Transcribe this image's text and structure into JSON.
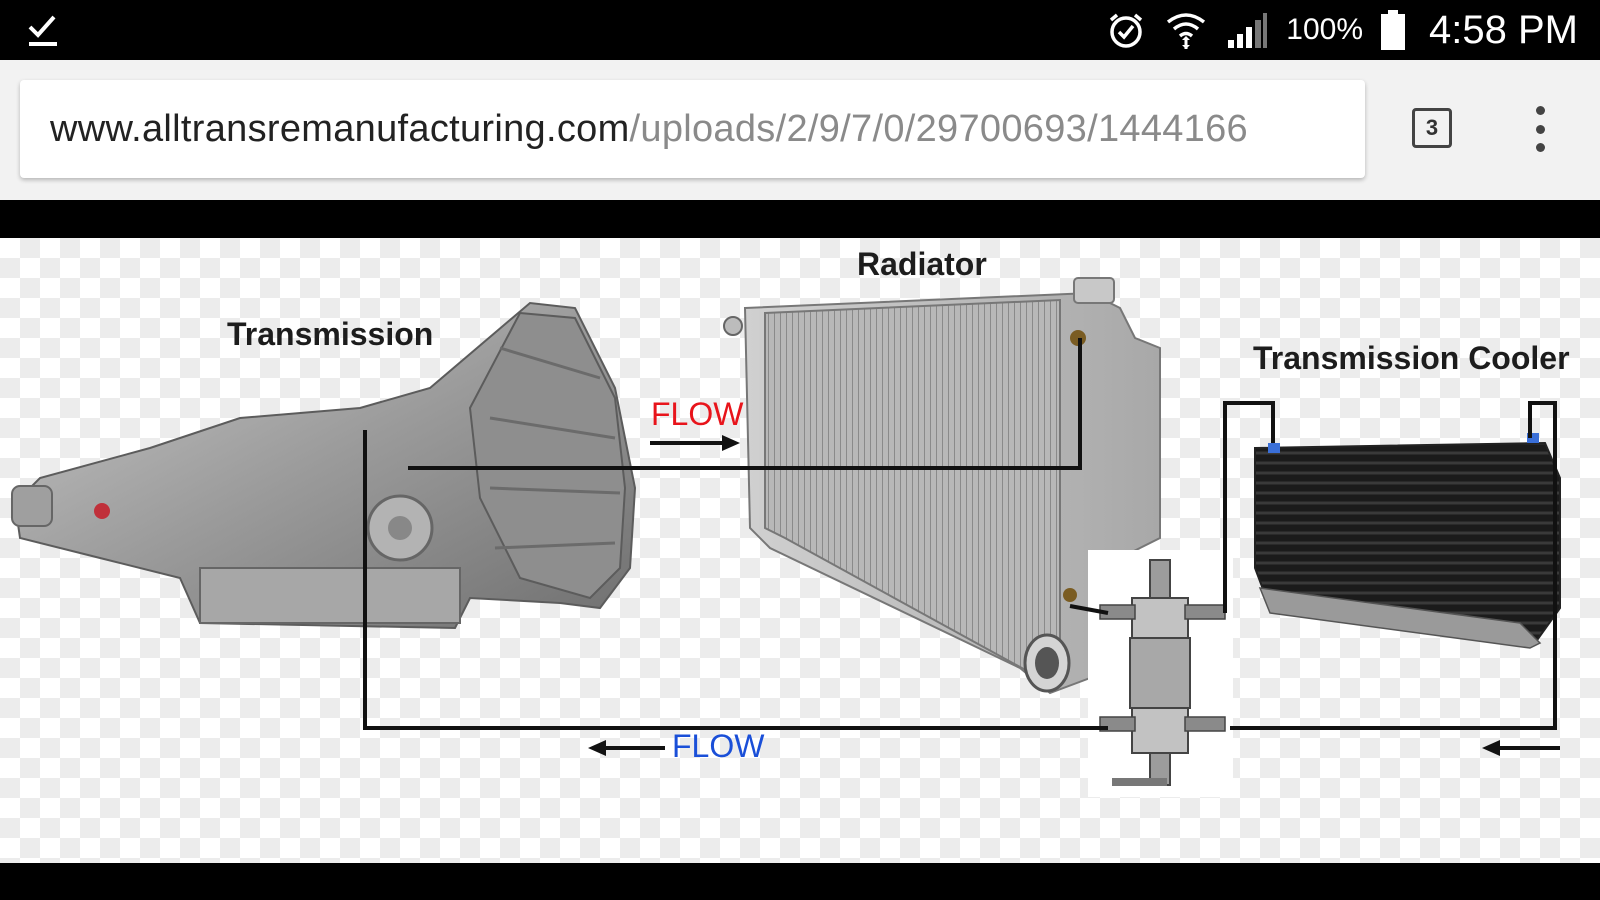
{
  "status_bar": {
    "battery": "100%",
    "time": "4:58 PM",
    "icons": [
      "checkmark-icon",
      "alarm-icon",
      "wifi-icon",
      "signal-icon",
      "battery-icon"
    ]
  },
  "browser": {
    "url_domain": "www.alltransremanufacturing.com",
    "url_path": "/uploads/2/9/7/0/29700693/1444166",
    "tab_count": "3",
    "menu_icon": "overflow-menu-icon"
  },
  "diagram": {
    "labels": {
      "transmission": "Transmission",
      "radiator": "Radiator",
      "cooler": "Transmission Cooler"
    },
    "flow_top": "FLOW",
    "flow_bottom": "FLOW",
    "colors": {
      "flow_top": "#e8141b",
      "flow_bottom": "#1a4fd8",
      "line": "#111111"
    }
  }
}
